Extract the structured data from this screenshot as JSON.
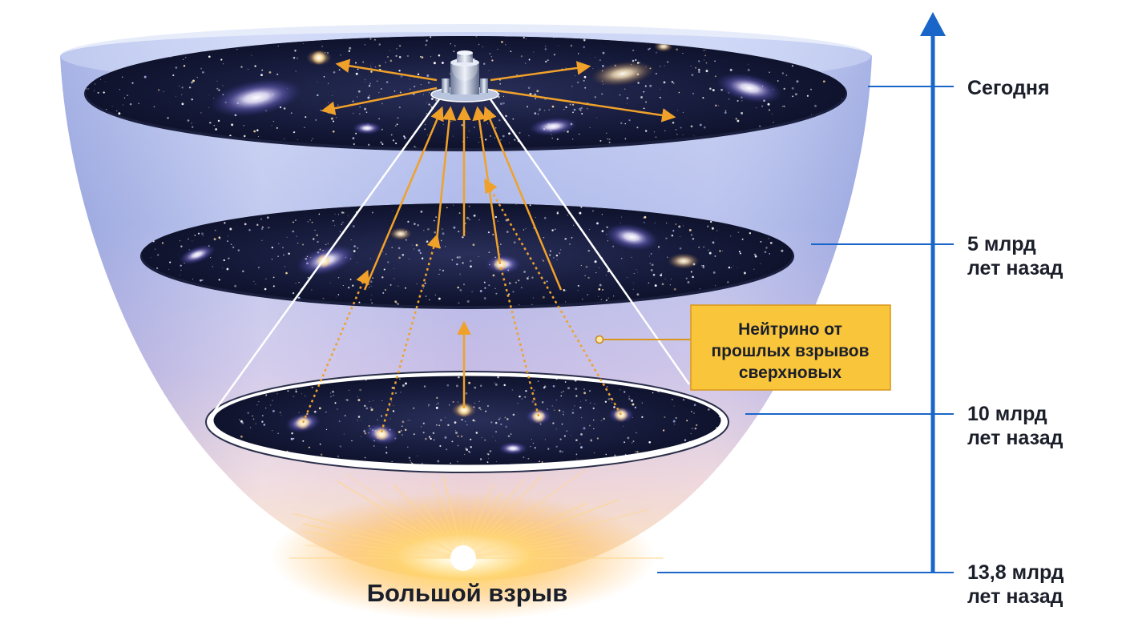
{
  "timeline": {
    "today": "Сегодня",
    "ago5_line1": "5 млрд",
    "ago5_line2": "лет назад",
    "ago10_line1": "10 млрд",
    "ago10_line2": "лет назад",
    "ago138_line1": "13,8 млрд",
    "ago138_line2": "лет назад"
  },
  "callout": {
    "line1": "Нейтрино от",
    "line2": "прошлых взрывов",
    "line3": "сверхновых"
  },
  "big_bang_label": "Большой взрыв",
  "icons": {
    "detector": "neutrino-detector-icon",
    "burst": "big-bang-burst-icon"
  },
  "colors": {
    "arrow": "#f0a12a",
    "timeline": "#1a66c8",
    "callout_fill": "#f9c53b",
    "callout_border": "#d9961a",
    "space": "#0e1430",
    "funnel": "#aab8ea"
  }
}
